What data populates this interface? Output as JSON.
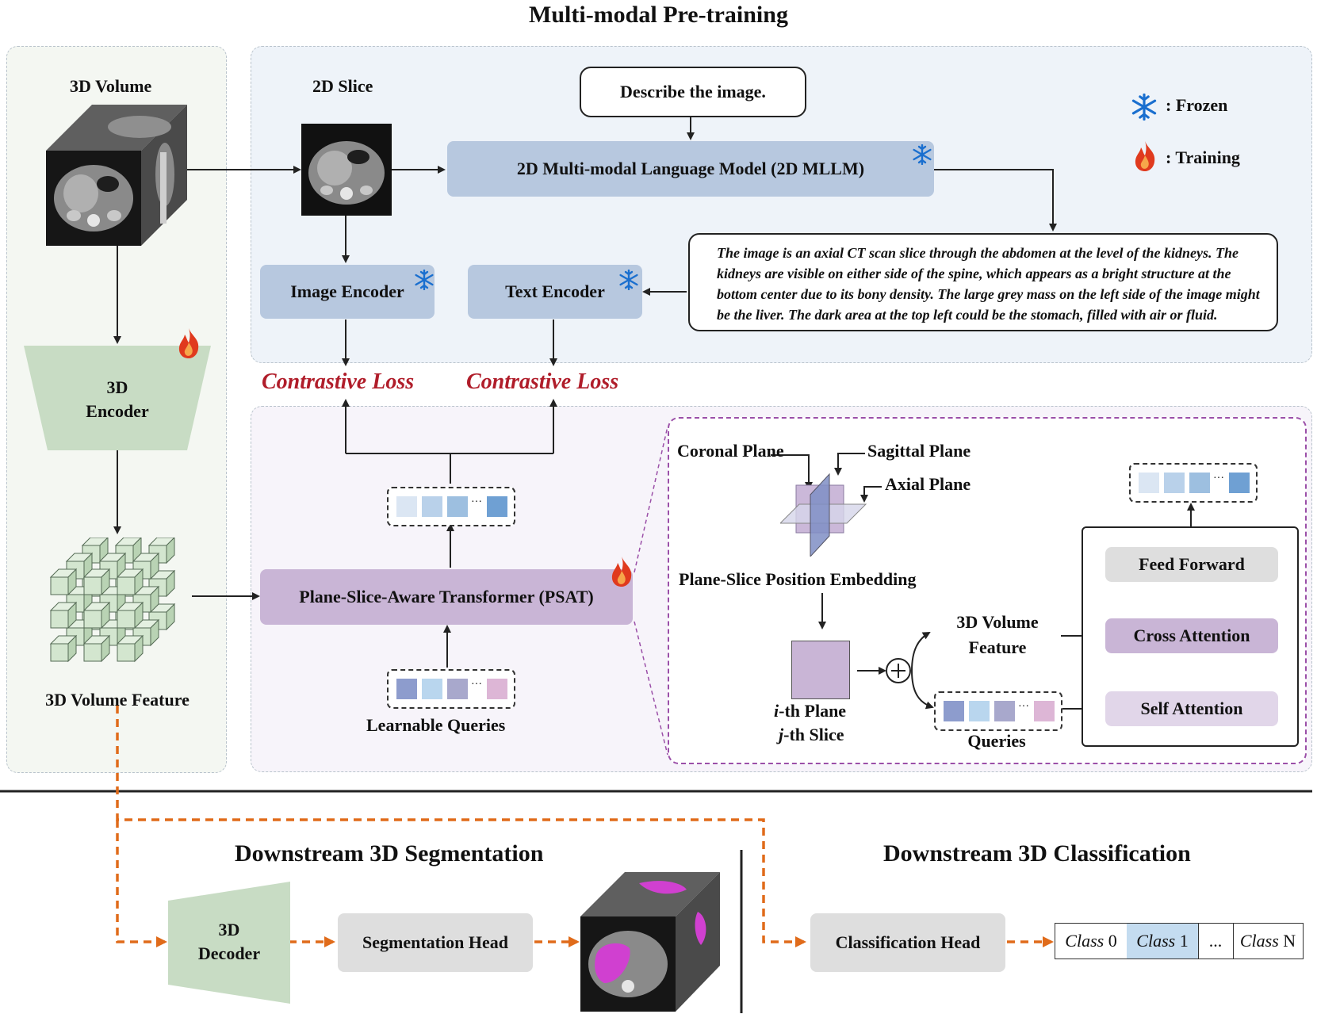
{
  "title": "Multi-modal Pre-training",
  "legend": {
    "frozen": ": Frozen",
    "training": ": Training"
  },
  "left": {
    "volume_label": "3D Volume",
    "encoder_label_line1": "3D",
    "encoder_label_line2": "Encoder",
    "feature_label": "3D Volume Feature"
  },
  "top": {
    "slice_label": "2D Slice",
    "prompt": "Describe the image.",
    "mllm": "2D Multi-modal Language Model (2D MLLM)",
    "image_encoder": "Image Encoder",
    "text_encoder": "Text Encoder",
    "caption": "The image is an axial CT scan slice through the abdomen at the level of the kidneys. The kidneys are visible on either side of the spine, which appears as a bright structure at the bottom center due to its bony density. The large grey mass on the left side of the image might be the liver. The dark area at the top left could be the stomach, filled with air or fluid."
  },
  "losses": {
    "left": "Contrastive Loss",
    "right": "Contrastive Loss"
  },
  "psat": {
    "label": "Plane-Slice-Aware Transformer (PSAT)",
    "learnable_queries": "Learnable Queries",
    "ellipsis": "···"
  },
  "detail": {
    "coronal": "Coronal Plane",
    "sagittal": "Sagittal Plane",
    "axial": "Axial Plane",
    "position_embedding": "Plane-Slice Position Embedding",
    "ith_plane": "i-th Plane",
    "jth_slice": "j-th Slice",
    "i_letter": "i",
    "j_letter": "j",
    "plane_suffix": "-th Plane",
    "slice_suffix": "-th Slice",
    "volume_feature_line1": "3D Volume",
    "volume_feature_line2": "Feature",
    "queries": "Queries",
    "feed_forward": "Feed Forward",
    "cross_attention": "Cross Attention",
    "self_attention": "Self Attention"
  },
  "downstream": {
    "seg_title": "Downstream 3D Segmentation",
    "cls_title": "Downstream 3D Classification",
    "decoder_line1": "3D",
    "decoder_line2": "Decoder",
    "seg_head": "Segmentation Head",
    "cls_head": "Classification Head",
    "classes": [
      {
        "word": "Class",
        "num": "0"
      },
      {
        "word": "Class",
        "num": "1"
      },
      {
        "word": "",
        "num": "..."
      },
      {
        "word": "Class",
        "num": "N"
      }
    ]
  },
  "colors": {
    "frozen_icon": "#1a6fcf",
    "training_icon": "#e03a1e",
    "loss_text": "#b01d2a",
    "downstream_arrow": "#e06b1a",
    "encoder_green": "#c8dcc4",
    "psat_purple": "#c9b5d6",
    "mllm_blue": "#b7c8df",
    "segmentation_magenta": "#d040d0"
  }
}
